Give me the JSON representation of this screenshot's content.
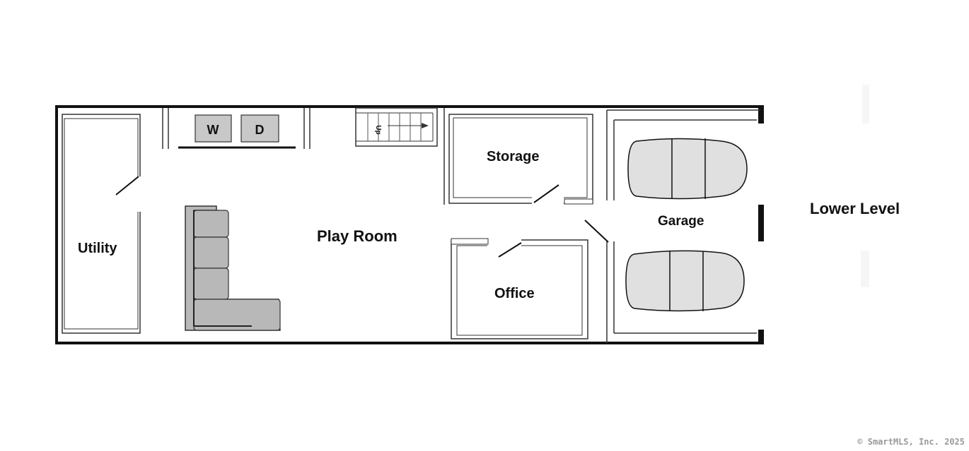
{
  "title": "Lower Level",
  "rooms": {
    "utility": "Utility",
    "play_room": "Play Room",
    "storage": "Storage",
    "office": "Office",
    "garage": "Garage"
  },
  "appliances": {
    "washer": "W",
    "dryer": "D"
  },
  "stairs_label": "Up",
  "copyright": "© SmartMLS, Inc.  2025",
  "colors": {
    "wall": "#111111",
    "furniture": "#b8b8b8",
    "car": "#e0e0e0"
  }
}
